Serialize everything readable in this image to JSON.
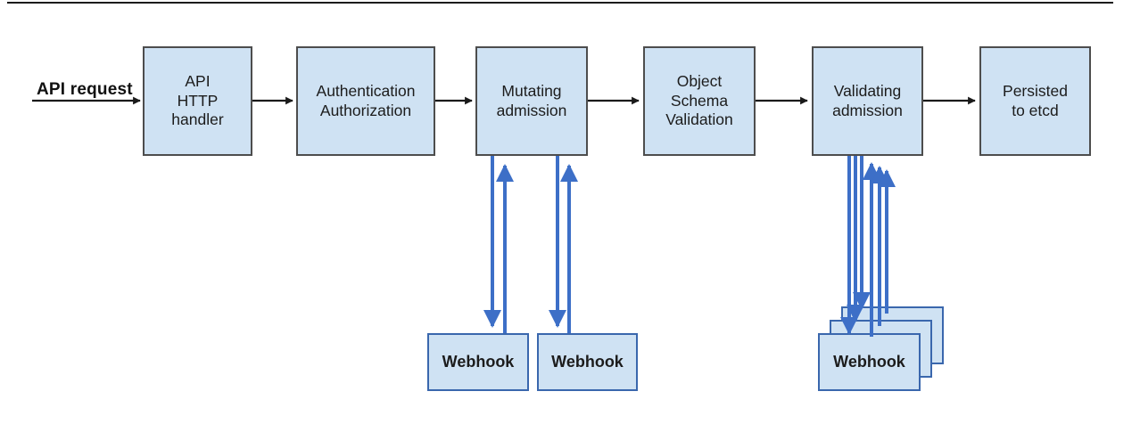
{
  "colors": {
    "box_fill": "#cfe2f3",
    "box_border": "#4d4d4d",
    "webhook_border": "#3a67ad",
    "flow_arrow": "#1a1a1a",
    "webhook_arrow": "#3d6fc7"
  },
  "diagram": {
    "input_label": "API request",
    "nodes": [
      "API\nHTTP\nhandler",
      "Authentication\nAuthorization",
      "Mutating\nadmission",
      "Object\nSchema\nValidation",
      "Validating\nadmission",
      "Persisted\nto etcd"
    ],
    "mutating_webhooks": [
      "Webhook",
      "Webhook"
    ],
    "validating_webhook": "Webhook"
  }
}
